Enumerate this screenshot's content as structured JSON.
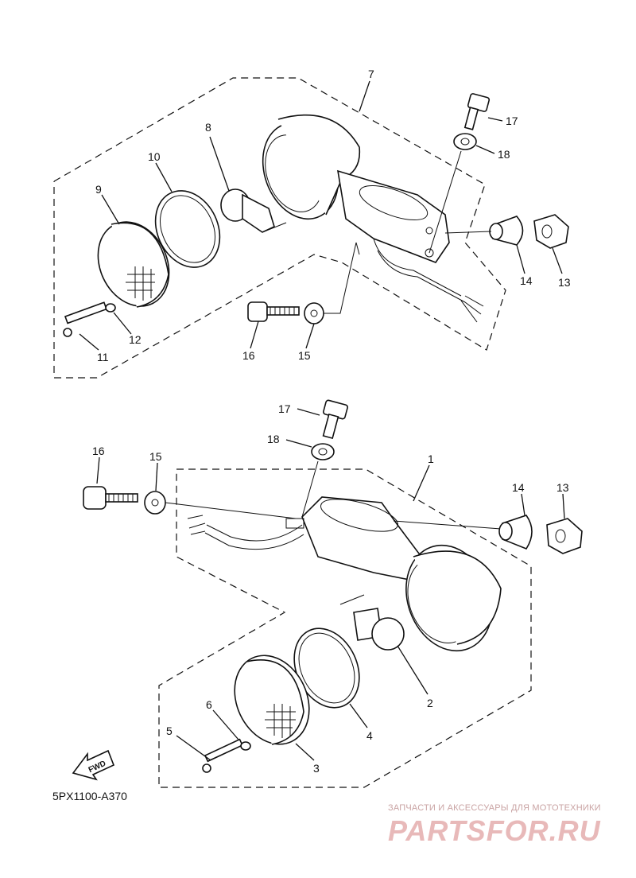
{
  "diagram": {
    "labels_top": [
      "7",
      "17",
      "18",
      "8",
      "10",
      "9",
      "14",
      "13",
      "12",
      "11",
      "16",
      "15"
    ],
    "labels_bottom": [
      "17",
      "18",
      "16",
      "15",
      "1",
      "14",
      "13",
      "2",
      "4",
      "6",
      "5",
      "3"
    ],
    "fwd_label": "FWD",
    "code": "5PX1100-A370"
  },
  "watermark": {
    "subtitle": "ЗАПЧАСТИ И АКСЕССУАРЫ ДЛЯ МОТОТЕХНИКИ",
    "logo": "PARTSFOR.RU"
  }
}
